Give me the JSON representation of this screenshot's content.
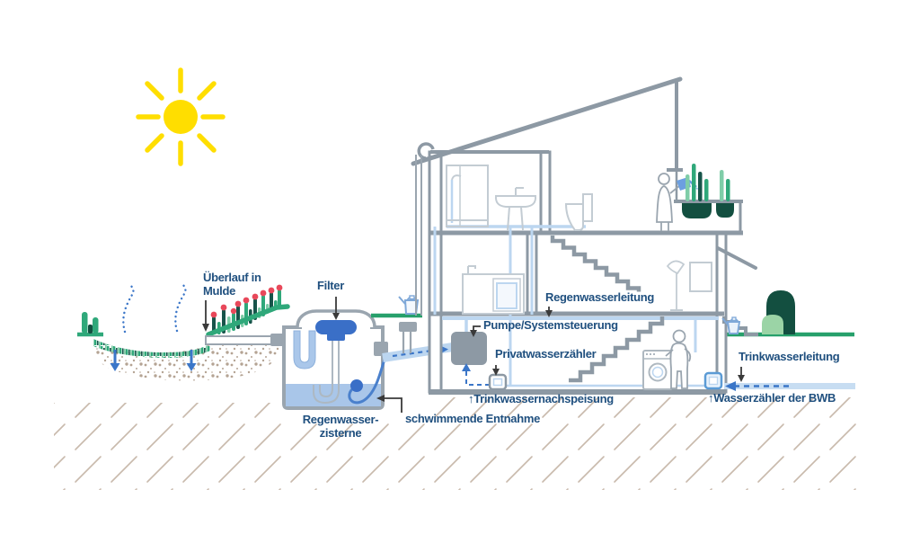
{
  "diagram": {
    "type": "rainwater-harvesting-system-cross-section",
    "language": "de",
    "labels": {
      "overflow": "Überlauf in\nMulde",
      "filter": "Filter",
      "rain_pipe": "Regenwasserleitung",
      "pump": "Pumpe/Systemsteuerung",
      "private_meter": "Privatwasserzähler",
      "topup": "↑Trinkwassernachspeisung",
      "drinking_pipe": "Trinkwasserleitung",
      "bwb_meter": "↑Wasserzähler der BWB",
      "cistern": "Regenwasser-\nzisterne",
      "floating_intake": "schwimmende Entnahme"
    },
    "colors": {
      "label_navy": "#20507F",
      "wall_gray": "#8D99A4",
      "fixture_gray": "#C3CCD3",
      "pipe_light_blue": "#BCD6F0",
      "royal_blue": "#3B76C8",
      "filter_blue": "#3A6FC7",
      "water_blue": "#A9C6E9",
      "hose_blue": "#4A80CC",
      "ground_green": "#27A06B",
      "plant_green_medium": "#2FA87A",
      "plant_green_light": "#7FCDA8",
      "plant_green_dark": "#17544A",
      "pot_dark_green": "#134F40",
      "flower_red": "#E8485A",
      "sun_yellow": "#FFDE00",
      "soil_dots": "#B5A494",
      "hatch_beige": "#C9BAAC",
      "arrow_black": "#3A3A3A"
    },
    "icons": [
      "sun-icon",
      "swale-icon",
      "evaporation-arrows-icon",
      "infiltration-arrows-icon",
      "flower-slope-icon",
      "overflow-pipe-icon",
      "cistern-icon",
      "filter-icon",
      "floating-intake-icon",
      "downspout-icon",
      "watering-can-icon",
      "house-icon",
      "shower-icon",
      "sink-icon",
      "toilet-icon",
      "kitchen-icon",
      "stairs-icon",
      "floor-lamp-icon",
      "picture-frame-icon",
      "person-watering-icon",
      "planter-icon",
      "pump-icon",
      "water-meter-icon",
      "washing-machine-icon",
      "person-laundry-icon",
      "bwb-meter-icon",
      "bush-icon",
      "drinking-water-pipe-icon"
    ]
  }
}
